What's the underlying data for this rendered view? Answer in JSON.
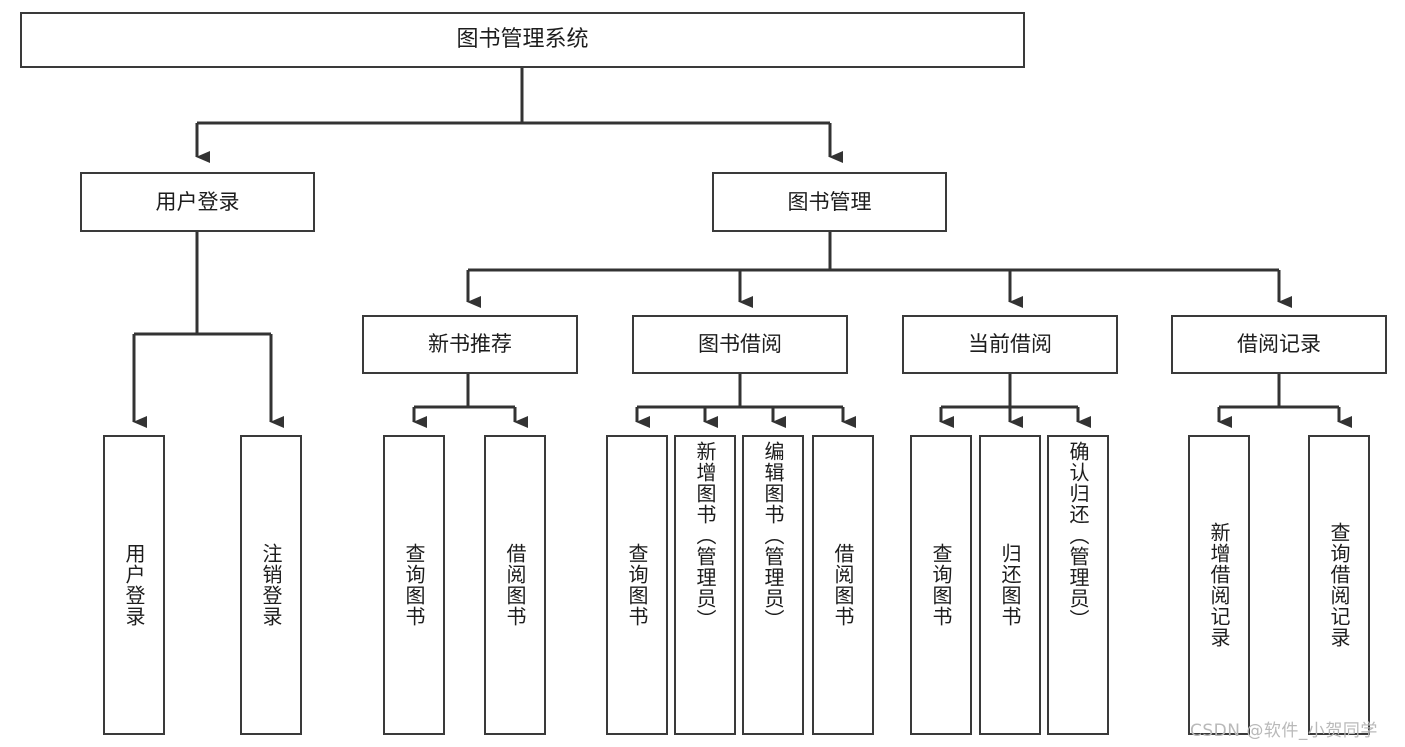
{
  "diagram": {
    "type": "tree",
    "title": "图书管理系统",
    "root": {
      "label": "图书管理系统"
    },
    "level2": [
      {
        "label": "用户登录"
      },
      {
        "label": "图书管理"
      }
    ],
    "level3": [
      {
        "label": "新书推荐"
      },
      {
        "label": "图书借阅"
      },
      {
        "label": "当前借阅"
      },
      {
        "label": "借阅记录"
      }
    ],
    "leaves": {
      "user_login": [
        {
          "label": "用户登录"
        },
        {
          "label": "注销登录"
        }
      ],
      "new_book_recommend": [
        {
          "label": "查询图书"
        },
        {
          "label": "借阅图书"
        }
      ],
      "book_borrow": [
        {
          "label": "查询图书"
        },
        {
          "label": "新增图书（管理员）"
        },
        {
          "label": "编辑图书（管理员）"
        },
        {
          "label": "借阅图书"
        }
      ],
      "current_borrow": [
        {
          "label": "查询图书"
        },
        {
          "label": "归还图书"
        },
        {
          "label": "确认归还（管理员）"
        }
      ],
      "borrow_record": [
        {
          "label": "新增借阅记录"
        },
        {
          "label": "查询借阅记录"
        }
      ]
    }
  },
  "watermark": {
    "text": "CSDN @软件_小贺同学"
  },
  "colors": {
    "box_border": "#3a3a3a",
    "box_fill": "#ffffff",
    "edge": "#333333",
    "text": "#1d1d1d",
    "watermark": "#b9b9b9",
    "background": "#ffffff"
  }
}
